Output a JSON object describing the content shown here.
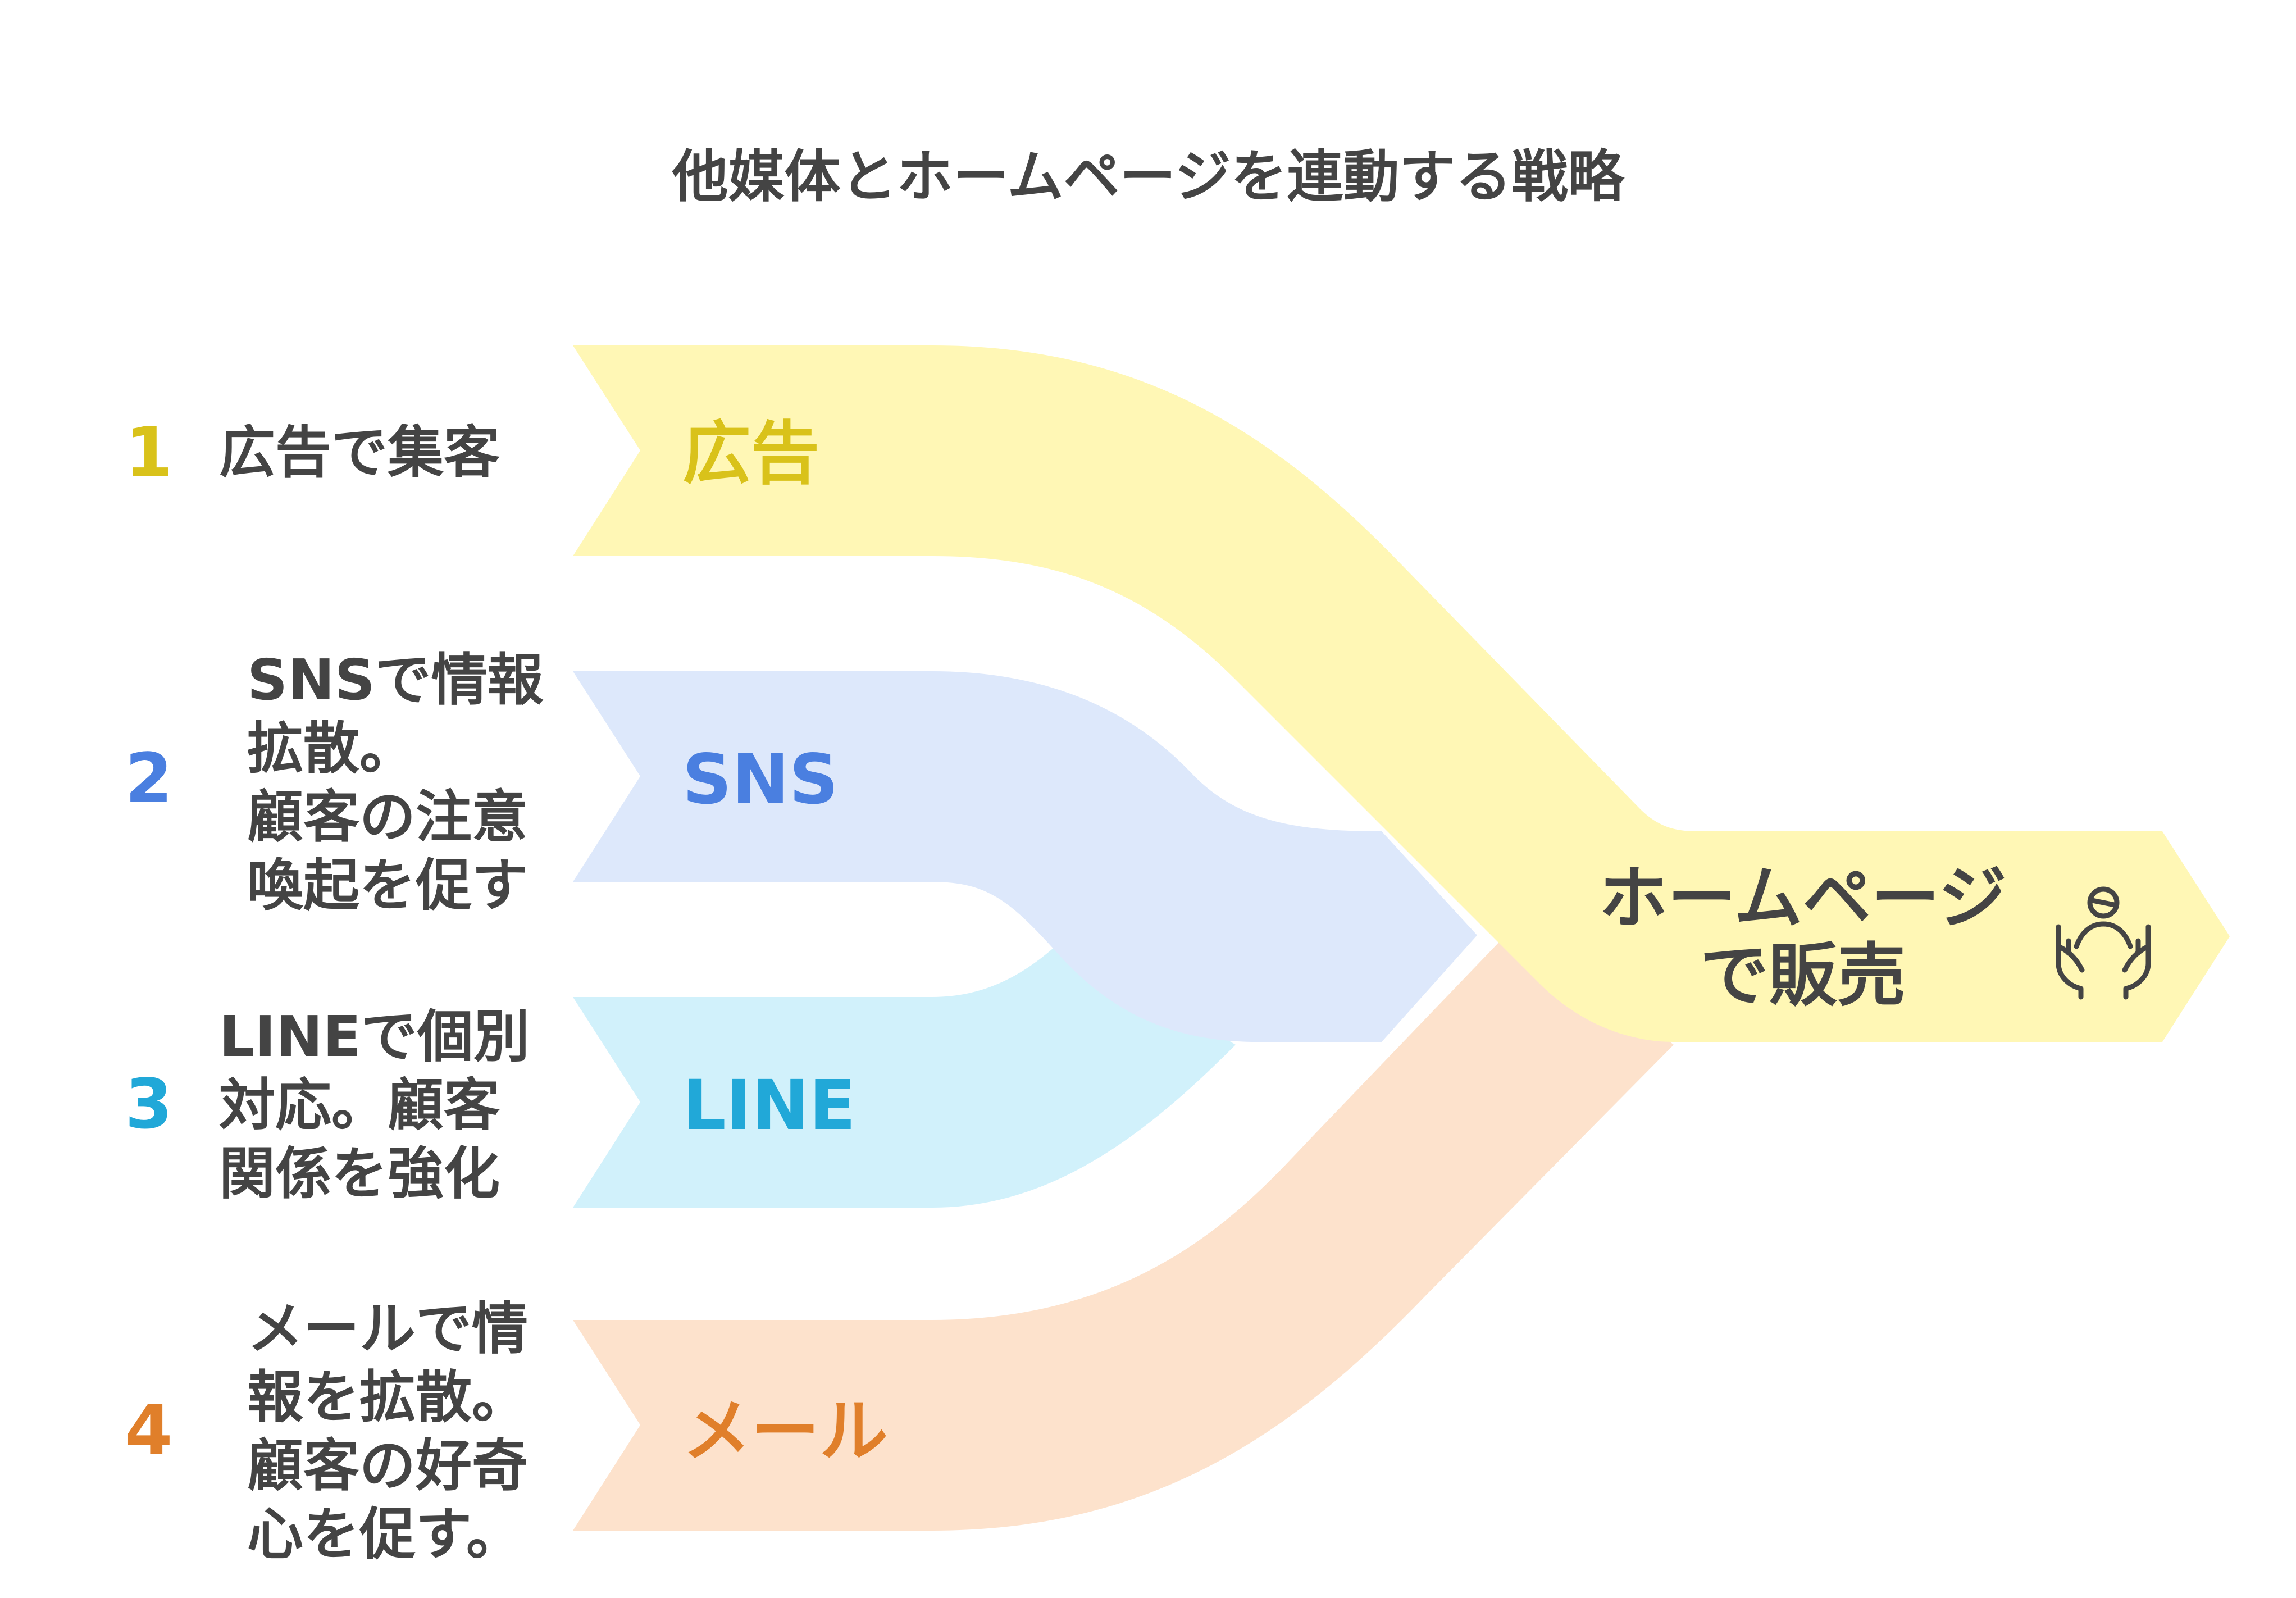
{
  "title": "他媒体とホームページを連動する戦略",
  "steps": [
    {
      "number": "1",
      "description": "広告で集客",
      "label": "広告",
      "color": "#d9c21a",
      "band_color": "#fff7b5"
    },
    {
      "number": "2",
      "description": "SNSで情報\n拡散。\n顧客の注意\n喚起を促す",
      "label": "SNS",
      "color": "#4a7fe0",
      "band_color": "#dde8fb"
    },
    {
      "number": "3",
      "description": "LINEで個別\n対応。顧客\n関係を強化",
      "label": "LINE",
      "color": "#21a8d8",
      "band_color": "#d1f1fb"
    },
    {
      "number": "4",
      "description": "メールで情\n報を拡散。\n顧客の好奇\n心を促す。",
      "label": "メール",
      "color": "#e07f2a",
      "band_color": "#fde2cc"
    }
  ],
  "target": {
    "label": "ホームページ\nで販売",
    "band_color": "#fff7b5",
    "icon": "hands-holding-person-icon"
  },
  "text_color": "#444444"
}
